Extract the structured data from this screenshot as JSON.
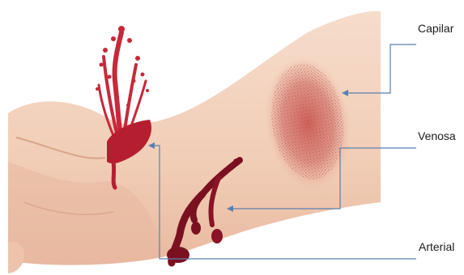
{
  "labels": {
    "capilar": "Capilar",
    "venosa": "Venosa",
    "arterial": "Arterial"
  },
  "colors": {
    "skin": "#f3d2bd",
    "skin_shadow": "#e6b49c",
    "blood": "#c8283a",
    "dark_blood": "#7a1020",
    "bruise": "#d27a72",
    "leader_line": "#5b7fb0"
  }
}
